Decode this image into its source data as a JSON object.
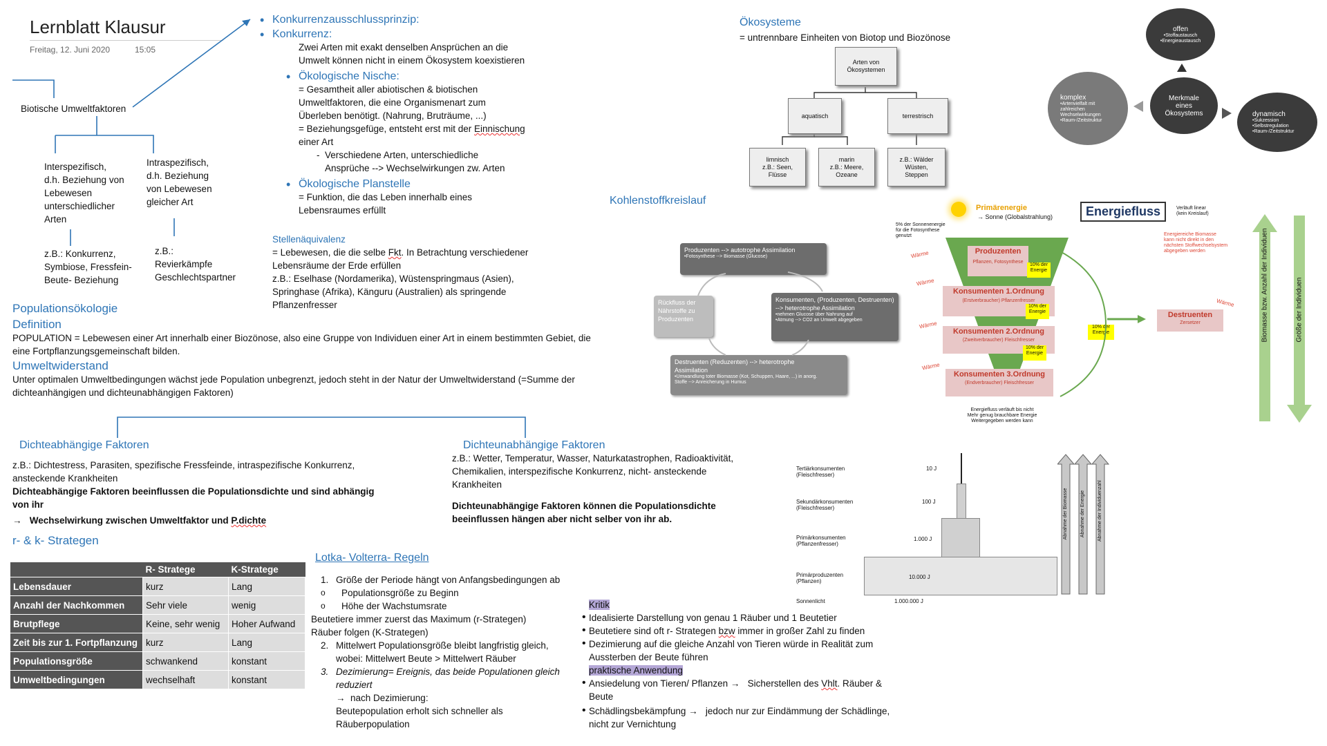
{
  "header": {
    "title": "Lernblatt Klausur",
    "date": "Freitag, 12. Juni 2020",
    "time": "15:05"
  },
  "biotic": {
    "root": "Biotische Umweltfaktoren",
    "inter": [
      "Interspezifisch,",
      "d.h. Beziehung von",
      "Lebewesen",
      "unterschiedlicher",
      "Arten"
    ],
    "intra": [
      "Intraspezifisch,",
      "d.h. Beziehung",
      "von Lebewesen",
      "gleicher Art"
    ],
    "inter_ex": [
      "z.B.: Konkurrenz,",
      "Symbiose, Fressfein-",
      "Beute- Beziehung"
    ],
    "intra_ex": [
      "z.B.:",
      "Revierkämpfe",
      "Geschlechtspartner"
    ]
  },
  "konkurrenz": {
    "b1": "Konkurrenzausschlussprinzip:",
    "b2": "Konkurrenz:",
    "b2_text": [
      "Zwei Arten mit exakt denselben Ansprüchen an die",
      "Umwelt können nicht in einem Ökosystem koexistieren"
    ],
    "b3": "Ökologische Nische:",
    "b3_text": [
      "= Gesamtheit aller abiotischen & biotischen",
      "Umweltfaktoren, die eine Organismenart zum",
      "Überleben benötigt. (Nahrung, Bruträume, ...)",
      "= Beziehungsgefüge, entsteht erst mit der",
      "einer Art"
    ],
    "b3_einnischung": "Einnischung",
    "b3_sub": [
      "Verschiedene Arten, unterschiedliche",
      "Ansprüche --> Wechselwirkungen zw. Arten"
    ],
    "b4": "Ökologische Planstelle",
    "b4_text": [
      "= Funktion, die das Leben innerhalb eines",
      "Lebensraumes erfüllt"
    ],
    "stellen_title": "Stellenäquivalenz",
    "stellen_text": [
      "= Lebewesen, die die selbe",
      ". In Betrachtung verschiedener",
      "Lebensräume der Erde erfüllen",
      "z.B.: Eselhase (Nordamerika), Wüstenspringmaus (Asien),",
      "Springhase (Afrika), Känguru (Australien) als springende",
      "Pflanzenfresser"
    ],
    "stellen_fkt": "Fkt"
  },
  "population": {
    "title": "Populationsökologie",
    "def_title": "Definition",
    "def_text": [
      "POPULATION = Lebewesen einer Art innerhalb einer Biozönose, also eine Gruppe von Individuen einer Art in einem bestimmten Gebiet, die",
      "eine Fortpflanzungsgemeinschaft bilden."
    ],
    "uw_title": "Umweltwiderstand",
    "uw_text": [
      "Unter optimalen Umweltbedingungen wächst jede Population unbegrenzt, jedoch steht in der Natur der Umweltwiderstand (=Summe der",
      "dichteanhängigen und dichteunabhängigen Faktoren)"
    ]
  },
  "dichte": {
    "dep_title": "Dichteabhängige Faktoren",
    "dep_text": [
      "z.B.: Dichtestress, Parasiten, spezifische Fressfeinde, intraspezifische Konkurrenz,",
      "ansteckende Krankheiten"
    ],
    "dep_bold": [
      "Dichteabhängige Faktoren beeinflussen die Populationsdichte und sind abhängig",
      "von ihr"
    ],
    "dep_arrow": "Wechselwirkung zwischen Umweltfaktor und",
    "dep_arrow_u": "P.dichte",
    "indep_title": "Dichteunabhängige Faktoren",
    "indep_text": [
      "z.B.: Wetter, Temperatur, Wasser, Naturkatastrophen, Radioaktivität,",
      "Chemikalien, interspezifische Konkurrenz, nicht- ansteckende",
      "Krankheiten"
    ],
    "indep_bold": [
      "Dichteunabhängige Faktoren können die Populationsdichte",
      "beeinflussen hängen aber nicht selber von ihr ab."
    ]
  },
  "rk": {
    "title": "r- & k- Strategen",
    "headers": [
      "",
      "R- Stratege",
      "K-Stratege"
    ],
    "rows": [
      [
        "Lebensdauer",
        "kurz",
        "Lang"
      ],
      [
        "Anzahl der Nachkommen",
        "Sehr viele",
        "wenig"
      ],
      [
        "Brutpflege",
        "Keine, sehr wenig",
        "Hoher Aufwand"
      ],
      [
        "Zeit bis zur 1. Fortpflanzung",
        "kurz",
        "Lang"
      ],
      [
        "Populationsgröße",
        "schwankend",
        "konstant"
      ],
      [
        "Umweltbedingungen",
        "wechselhaft",
        "konstant"
      ]
    ]
  },
  "lotka": {
    "title": "Lotka- Volterra- Regeln",
    "r1": "Größe der Periode hängt von Anfangsbedingungen ab",
    "r1_subs": [
      "Populationsgröße zu Beginn",
      "Höhe der Wachstumsrate"
    ],
    "r1_after": [
      "Beutetiere immer zuerst das Maximum (r-Strategen)",
      "Räuber folgen (K-Strategen)"
    ],
    "r2": [
      "Mittelwert Populationsgröße bleibt langfristig gleich,",
      "wobei:  Mittelwert Beute > Mittelwert Räuber"
    ],
    "r3": [
      "Dezimierung= Ereignis, das beide Populationen gleich",
      "reduziert"
    ],
    "r3_after": [
      "nach Dezimierung:",
      "Beutepopulation erholt sich schneller als",
      "Räuberpopulation"
    ]
  },
  "kritik": {
    "title": "Kritik",
    "items": [
      "Idealisierte Darstellung von genau 1 Räuber und 1 Beutetier",
      "Dezimierung auf die gleiche Anzahl von Tieren würde in Realität zum",
      "Aussterben der Beute führen"
    ],
    "item2_a": "Beutetiere sind oft r- Strategen",
    "item2_u": "bzw",
    "item2_b": "immer in großer Zahl zu finden",
    "praxis_title": "praktische Anwendung",
    "p1_a": "Ansiedelung von Tieren/ Pflanzen",
    "p1_b": "Sicherstellen des",
    "p1_u": "Vhlt",
    "p1_c": ". Räuber &",
    "p1_d": "Beute",
    "p2_a": "Schädlingsbekämpfung",
    "p2_b": "jedoch nur zur Eindämmung der Schädlinge,",
    "p2_c": "nicht zur Vernichtung"
  },
  "oeko": {
    "title": "Ökosysteme",
    "def": "= untrennbare Einheiten von Biotop und Biozönose",
    "root": "Arten von Ökosystemen",
    "aquatisch": "aquatisch",
    "terrestrisch": "terrestrisch",
    "limnisch": [
      "limnisch",
      "z.B.: Seen,",
      "Flüsse"
    ],
    "marin": [
      "marin",
      "z.B.: Meere,",
      "Ozeane"
    ],
    "wald": [
      "z.B.: Wälder",
      "Wüsten,",
      "Steppen"
    ],
    "merkmale": [
      "Merkmale",
      "eines",
      "Ökosystems"
    ],
    "offen": [
      "offen",
      "•Stoffaustausch",
      "•Energieaustausch"
    ],
    "komplex": [
      "komplex",
      "•Artenvielfalt mit",
      "zahlreichen",
      "Wechselwirkungen",
      "•Raum-/Zeitstruktur"
    ],
    "dynamisch": [
      "dynamisch",
      "•Sukzession",
      "•Selbstregulation",
      "•Raum-/Zeitstruktur"
    ]
  },
  "kohlenstoff": {
    "title": "Kohlenstoffkreislauf",
    "prod": [
      "Produzenten --> autotrophe Assimilation",
      "•Fotosynthese --> Biomasse (Glucose)"
    ],
    "kons": [
      "Konsumenten, (Produzenten, Destruenten)",
      "--> heterotrophe  Assimilation",
      "•nehmen Glucose über Nahrung auf",
      "•Atmung --> CO2 an Umwelt abgegeben"
    ],
    "dest": [
      "Destruenten (Reduzenten) --> heterotrophe",
      "Assimilation",
      "•Umwandlung toter Biomasse (Kot, Schuppen, Haare, ...) in anorg.",
      "Stoffe --> Anreicherung in Humus"
    ],
    "rueck": [
      "Rückfluss der",
      "Nährstoffe zu",
      "Produzenten"
    ]
  },
  "energie": {
    "title": "Energiefluss",
    "title_note": [
      "Verläuft linear",
      "(kein Kreislauf)"
    ],
    "primaer": "Primärenergie",
    "sonne": "→ Sonne (Globalstrahlung)",
    "sonne_note": [
      "5% der Sonnenenergie",
      "für die Fotosynthese",
      "genutzt"
    ],
    "red_note": [
      "Energiereiche Biomasse",
      "kann nicht direkt in den",
      "nächsten Stoffwechselsystem",
      "abgegeben werden"
    ],
    "levels": [
      "Produzenten",
      "Konsumenten 1.Ordnung",
      "Konsumenten 2.Ordnung",
      "Konsumenten 3.Ordnung"
    ],
    "sublabels": [
      "Pflanzen, Fotosynthese",
      "(Erstverbraucher) Pflanzenfresser",
      "(Zweitverbraucher) Fleischfresser",
      "(Endverbraucher) Fleischfresser"
    ],
    "percent": "10% der Energie",
    "waerme": "Wärme",
    "destruenten": "Destruenten",
    "destruenten_sub": "Zersetzer",
    "bottom_note": [
      "Energiefluss verläuft bis nicht",
      "Mehr genug brauchbare Energie",
      "Weitergegeben werden kann"
    ],
    "arrow_left": "Biomasse bzw. Anzahl der Individuen",
    "arrow_right": "Größe der Individuen"
  },
  "pyramide": {
    "levels": [
      {
        "name": [
          "Tertiärkonsumenten",
          "(Fleischfresser)"
        ],
        "value": "10 J"
      },
      {
        "name": [
          "Sekundärkonsumenten",
          "(Fleischfresser)"
        ],
        "value": "100 J"
      },
      {
        "name": [
          "Primärkonsumenten",
          "(Pflanzenfresser)"
        ],
        "value": "1.000 J"
      },
      {
        "name": [
          "Primärproduzenten",
          "(Pflanzen)"
        ],
        "value": "10.000 J"
      },
      {
        "name": [
          "Sonnenlicht"
        ],
        "value": "1.000.000 J"
      }
    ],
    "arrows": [
      "Abnahme der Biomasse",
      "Abnahme der Energie",
      "Abnahme der Individuenzahl"
    ]
  }
}
